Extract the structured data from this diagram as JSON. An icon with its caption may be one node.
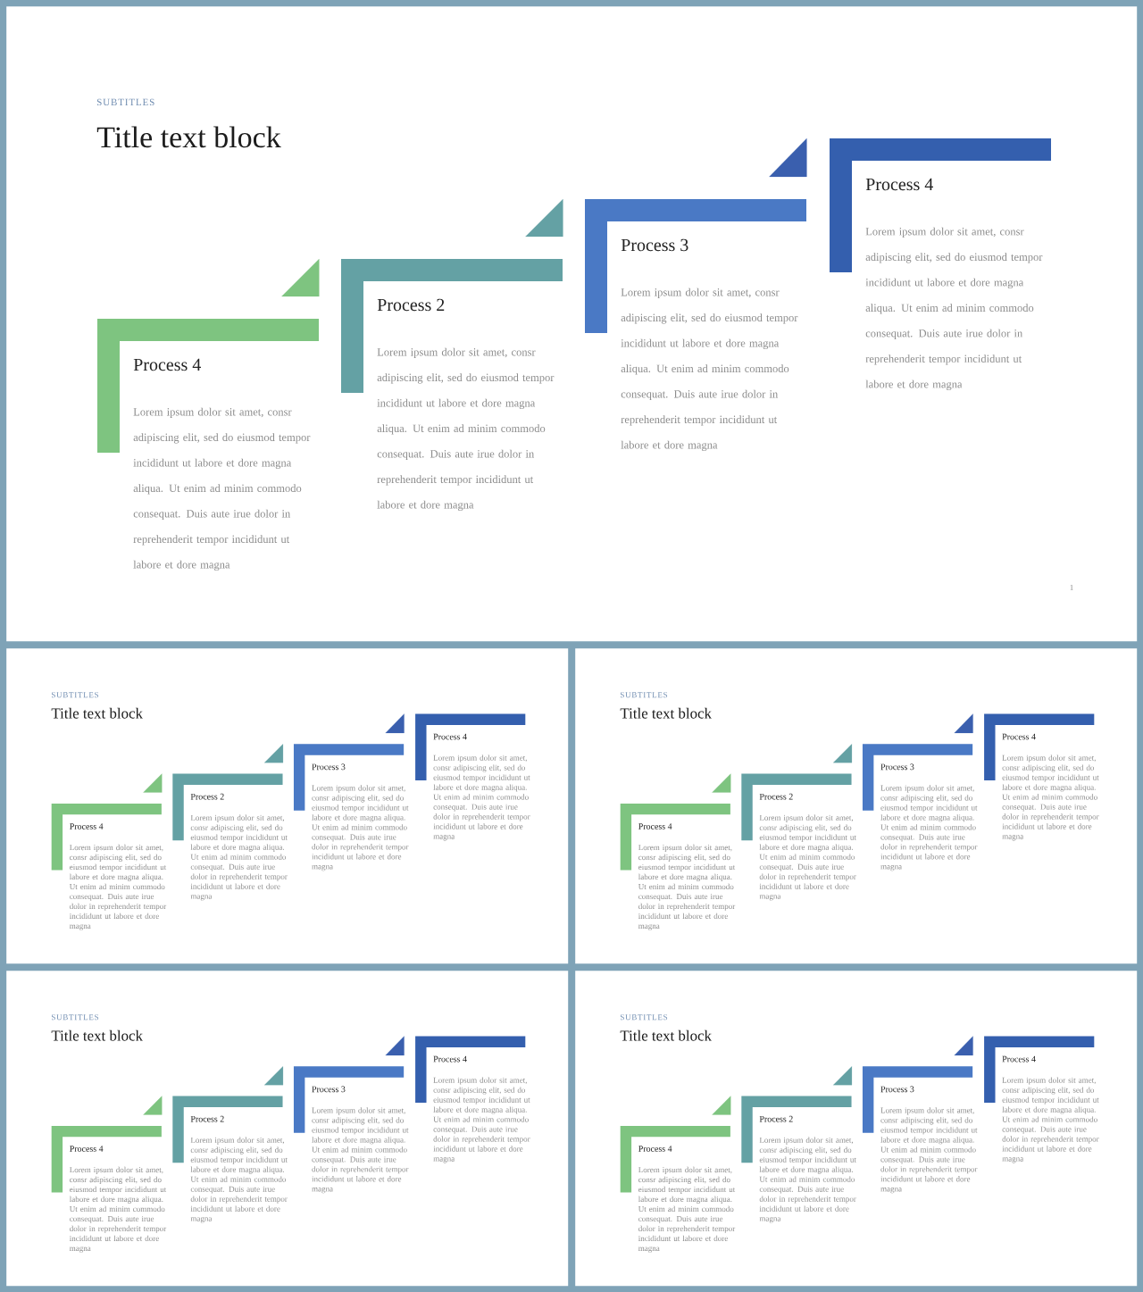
{
  "diagram": {
    "nodes": [
      {
        "text": [
          "SUBTITLES",
          "Title text block"
        ]
      },
      {
        "text": [
          "Process 4",
          "Lorem ipsum dolor sit amet, consr adipiscing elit, sed do eiusmod tempor incididunt ut labore et dore magna aliqua. Ut enim ad minim commodo consequat. Duis aute irue dolor in reprehenderit tempor incididunt ut labore et dore magna"
        ],
        "in": 0
      },
      {
        "text": [
          "Process 2",
          "Lorem ipsum dolor sit amet, consr adipiscing elit, sed do eiusmod tempor incididunt ut labore et dore magna aliqua. Ut enim ad minim commodo consequat. Duis aute irue dolor in reprehenderit tempor incididunt ut labore et dore magna"
        ],
        "in": 0
      },
      {
        "text": [
          "Process 3",
          "Lorem ipsum dolor sit amet, consr adipiscing elit, sed do eiusmod tempor incididunt ut labore et dore magna aliqua. Ut enim ad minim commodo consequat. Duis aute irue dolor in reprehenderit tempor incididunt ut labore et dore magna"
        ],
        "in": 0
      },
      {
        "text": [
          "Process 4",
          "Lorem ipsum dolor sit amet, consr adipiscing elit, sed do eiusmod tempor incididunt ut labore et dore magna aliqua. Ut enim ad minim commodo consequat. Duis aute irue dolor in reprehenderit tempor incididunt ut labore et dore magna"
        ],
        "in": 0
      },
      {
        "text": [
          "SUBTITLES",
          "Title text block"
        ]
      },
      {
        "text": [
          "Process 4",
          "Lorem ipsum dolor sit amet, consr adipiscing elit, sed do eiusmod tempor incididunt ut labore et dore magna aliqua. Ut enim ad minim commodo consequat. Duis aute irue dolor in reprehenderit tempor incididunt ut labore et dore magna"
        ],
        "in": 5
      },
      {
        "text": [
          "Process 2",
          "Lorem ipsum dolor sit amet, consr adipiscing elit, sed do eiusmod tempor incididunt ut labore et dore magna aliqua. Ut enim ad minim commodo consequat. Duis aute irue dolor in reprehenderit tempor incididunt ut labore et dore magna"
        ],
        "in": 5
      },
      {
        "text": [
          "Process 3",
          "Lorem ipsum dolor sit amet, consr adipiscing elit, sed do eiusmod tempor incididunt ut labore et dore magna aliqua. Ut enim ad minim commodo consequat. Duis aute irue dolor in reprehenderit tempor incididunt ut labore et dore magna"
        ],
        "in": 5
      },
      {
        "text": [
          "Process 4",
          "Lorem ipsum dolor sit amet, consr adipiscing elit, sed do eiusmod tempor incididunt ut labore et dore magna aliqua. Ut enim ad minim commodo consequat. Duis aute irue dolor in reprehenderit tempor incididunt ut labore et dore magna"
        ],
        "in": 5
      },
      {
        "text": [
          "SUBTITLES",
          "Title text block"
        ]
      },
      {
        "text": [
          "Process 4",
          "Lorem ipsum dolor sit amet, consr adipiscing elit, sed do eiusmod tempor incididunt ut labore et dore magna aliqua. Ut enim ad minim commodo consequat. Duis aute irue dolor in reprehenderit tempor incididunt ut labore et dore magna"
        ],
        "in": 10
      },
      {
        "text": [
          "Process 2",
          "Lorem ipsum dolor sit amet, consr adipiscing elit, sed do eiusmod tempor incididunt ut labore et dore magna aliqua. Ut enim ad minim commodo consequat. Duis aute irue dolor in reprehenderit tempor incididunt ut labore et dore magna"
        ],
        "in": 10
      },
      {
        "text": [
          "Process 3",
          "Lorem ipsum dolor sit amet, consr adipiscing elit, sed do eiusmod tempor incididunt ut labore et dore magna aliqua. Ut enim ad minim commodo consequat. Duis aute irue dolor in reprehenderit tempor incididunt ut labore et dore magna"
        ],
        "in": 10
      },
      {
        "text": [
          "Process 4",
          "Lorem ipsum dolor sit amet, consr adipiscing elit, sed do eiusmod tempor incididunt ut labore et dore magna aliqua. Ut enim ad minim commodo consequat. Duis aute irue dolor in reprehenderit tempor incididunt ut labore et dore magna"
        ],
        "in": 10
      },
      {
        "text": [
          "SUBTITLES",
          "Title text block"
        ]
      },
      {
        "text": [
          "Process 4",
          "Lorem ipsum dolor sit amet, consr adipiscing elit, sed do eiusmod tempor incididunt ut labore et dore magna aliqua. Ut enim ad minim commodo consequat. Duis aute irue dolor in reprehenderit tempor incididunt ut labore et dore magna"
        ],
        "in": 15
      },
      {
        "text": [
          "Process 2",
          "Lorem ipsum dolor sit amet, consr adipiscing elit, sed do eiusmod tempor incididunt ut labore et dore magna aliqua. Ut enim ad minim commodo consequat. Duis aute irue dolor in reprehenderit tempor incididunt ut labore et dore magna"
        ],
        "in": 15
      },
      {
        "text": [
          "Process 3",
          "Lorem ipsum dolor sit amet, consr adipiscing elit, sed do eiusmod tempor incididunt ut labore et dore magna aliqua. Ut enim ad minim commodo consequat. Duis aute irue dolor in reprehenderit tempor incididunt ut labore et dore magna"
        ],
        "in": 15
      },
      {
        "text": [
          "Process 4",
          "Lorem ipsum dolor sit amet, consr adipiscing elit, sed do eiusmod tempor incididunt ut labore et dore magna aliqua. Ut enim ad minim commodo consequat. Duis aute irue dolor in reprehenderit tempor incididunt ut labore et dore magna"
        ],
        "in": 15
      },
      {
        "text": [
          "SUBTITLES",
          "Title text block"
        ]
      },
      {
        "text": [
          "Process 4",
          "Lorem ipsum dolor sit amet, consr adipiscing elit, sed do eiusmod tempor incididunt ut labore et dore magna aliqua. Ut enim ad minim commodo consequat. Duis aute irue dolor in reprehenderit tempor incididunt ut labore et dore magna"
        ],
        "in": 20
      },
      {
        "text": [
          "Process 2",
          "Lorem ipsum dolor sit amet, consr adipiscing elit, sed do eiusmod tempor incididunt ut labore et dore magna aliqua. Ut enim ad minim commodo consequat. Duis aute irue dolor in reprehenderit tempor incididunt ut labore et dore magna"
        ],
        "in": 20
      },
      {
        "text": [
          "Process 3",
          "Lorem ipsum dolor sit amet, consr adipiscing elit, sed do eiusmod tempor incididunt ut labore et dore magna aliqua. Ut enim ad minim commodo consequat. Duis aute irue dolor in reprehenderit tempor incididunt ut labore et dore magna"
        ],
        "in": 20
      },
      {
        "text": [
          "Process 4",
          "Lorem ipsum dolor sit amet, consr adipiscing elit, sed do eiusmod tempor incididunt ut labore et dore magna aliqua. Ut enim ad minim commodo consequat. Duis aute irue dolor in reprehenderit tempor incididunt ut labore et dore magna"
        ],
        "in": 20
      }
    ],
    "edges": [
      {
        "from": 2,
        "to": 1,
        "arrow": "to",
        "color": "#7ec480"
      },
      {
        "from": 3,
        "to": 2,
        "arrow": "to",
        "color": "#64a1a4"
      },
      {
        "from": 4,
        "to": 3,
        "arrow": "to",
        "color": "#3a5fae"
      },
      {
        "from": 7,
        "to": 6,
        "arrow": "to",
        "color": "#7ec480"
      },
      {
        "from": 8,
        "to": 7,
        "arrow": "to",
        "color": "#64a1a4"
      },
      {
        "from": 9,
        "to": 8,
        "arrow": "to",
        "color": "#3a5fae"
      },
      {
        "from": 12,
        "to": 11,
        "arrow": "to",
        "color": "#7ec480"
      },
      {
        "from": 13,
        "to": 12,
        "arrow": "to",
        "color": "#64a1a4"
      },
      {
        "from": 14,
        "to": 13,
        "arrow": "to",
        "color": "#3a5fae"
      },
      {
        "from": 17,
        "to": 16,
        "arrow": "to",
        "color": "#7ec480"
      },
      {
        "from": 18,
        "to": 17,
        "arrow": "to",
        "color": "#64a1a4"
      },
      {
        "from": 19,
        "to": 18,
        "arrow": "to",
        "color": "#3a5fae"
      },
      {
        "from": 22,
        "to": 21,
        "arrow": "to",
        "color": "#7ec480"
      },
      {
        "from": 23,
        "to": 22,
        "arrow": "to",
        "color": "#64a1a4"
      },
      {
        "from": 24,
        "to": 23,
        "arrow": "to",
        "color": "#3a5fae"
      }
    ],
    "labels": [
      "1"
    ]
  }
}
